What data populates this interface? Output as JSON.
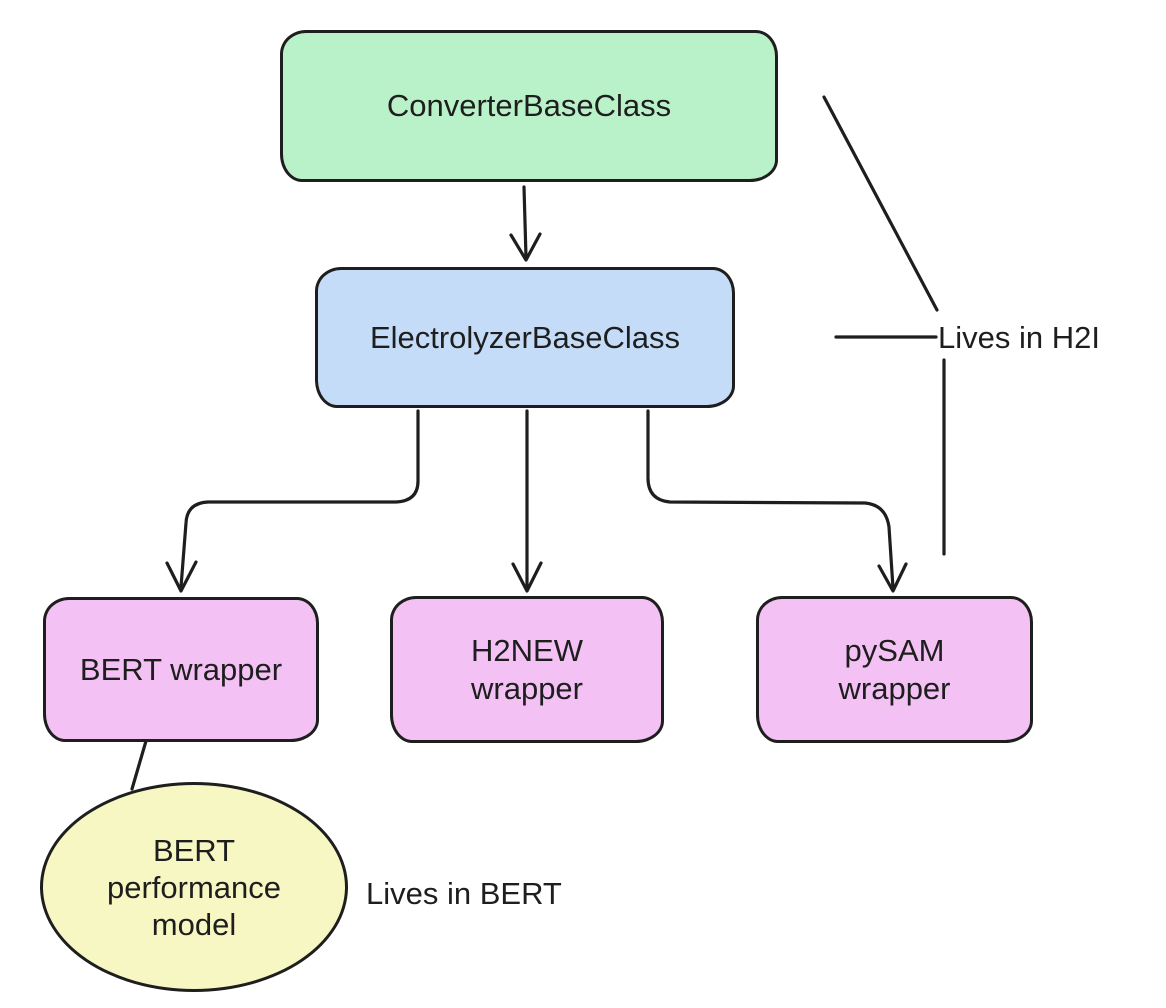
{
  "colors": {
    "canvas_bg": "#ffffff",
    "stroke": "#1e1e1e",
    "text": "#1e1e1e",
    "converter_fill": "#b9f2c9",
    "electrolyzer_fill": "#c5dcf8",
    "wrapper_fill": "#f3c1f3",
    "performance_fill": "#f6f7c2"
  },
  "nodes": {
    "converter": {
      "shape": "rounded-rectangle",
      "lines": [
        "ConverterBaseClass"
      ]
    },
    "electrolyzer": {
      "shape": "rounded-rectangle",
      "lines": [
        "ElectrolyzerBaseClass"
      ]
    },
    "bert_wrapper": {
      "shape": "rounded-rectangle",
      "lines": [
        "BERT wrapper"
      ]
    },
    "h2new_wrapper": {
      "shape": "rounded-rectangle",
      "lines": [
        "H2NEW",
        "wrapper"
      ]
    },
    "pysam_wrapper": {
      "shape": "rounded-rectangle",
      "lines": [
        "pySAM",
        "wrapper"
      ]
    },
    "bert_performance": {
      "shape": "ellipse",
      "lines": [
        "BERT",
        "performance",
        "model"
      ]
    }
  },
  "annotations": {
    "lives_in_h2i": "Lives in H2I",
    "lives_in_bert": "Lives in BERT"
  },
  "edges": [
    {
      "from": "ConverterBaseClass",
      "to": "ElectrolyzerBaseClass",
      "style": "arrow"
    },
    {
      "from": "ElectrolyzerBaseClass",
      "to": "BERT wrapper",
      "style": "arrow"
    },
    {
      "from": "ElectrolyzerBaseClass",
      "to": "H2NEW wrapper",
      "style": "arrow"
    },
    {
      "from": "ElectrolyzerBaseClass",
      "to": "pySAM wrapper",
      "style": "arrow"
    },
    {
      "from": "BERT wrapper",
      "to": "BERT performance model",
      "style": "plain-line"
    },
    {
      "from": "Lives in H2I",
      "to": "ConverterBaseClass",
      "style": "callout-line"
    },
    {
      "from": "Lives in H2I",
      "to": "ElectrolyzerBaseClass",
      "style": "callout-line"
    },
    {
      "from": "Lives in H2I",
      "to": "wrapper row",
      "style": "callout-line"
    },
    {
      "from": "Lives in BERT",
      "to": "BERT performance model",
      "style": "adjacent-label"
    }
  ]
}
